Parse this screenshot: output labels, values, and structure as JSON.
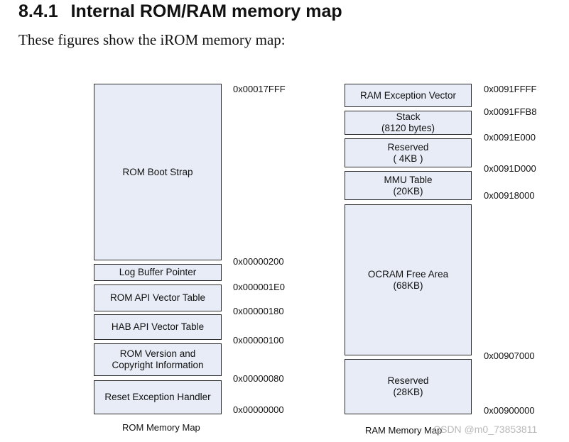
{
  "section": {
    "number": "8.4.1",
    "title": "Internal ROM/RAM memory map",
    "intro": "These figures show the iROM memory map:"
  },
  "rom_map": {
    "caption": "ROM Memory Map",
    "regions": [
      {
        "label": "ROM Boot Strap"
      },
      {
        "label": "Log Buffer Pointer"
      },
      {
        "label": "ROM API Vector Table"
      },
      {
        "label": "HAB API Vector Table"
      },
      {
        "label": "ROM Version and\nCopyright Information"
      },
      {
        "label": "Reset Exception Handler"
      }
    ],
    "addresses": [
      "0x00017FFF",
      "0x00000200",
      "0x000001E0",
      "0x00000180",
      "0x00000100",
      "0x00000080",
      "0x00000000"
    ]
  },
  "ram_map": {
    "caption": "RAM Memory Map",
    "regions": [
      {
        "label": "RAM Exception Vector"
      },
      {
        "label": "Stack\n(8120 bytes)"
      },
      {
        "label": "Reserved\n( 4KB )"
      },
      {
        "label": "MMU Table\n(20KB)"
      },
      {
        "label": "OCRAM Free Area\n(68KB)"
      },
      {
        "label": "Reserved\n(28KB)"
      }
    ],
    "addresses": [
      "0x0091FFFF",
      "0x0091FFB8",
      "0x0091E000",
      "0x0091D000",
      "0x00918000",
      "0x00907000",
      "0x00900000"
    ]
  },
  "watermark": "CSDN @m0_73853811"
}
